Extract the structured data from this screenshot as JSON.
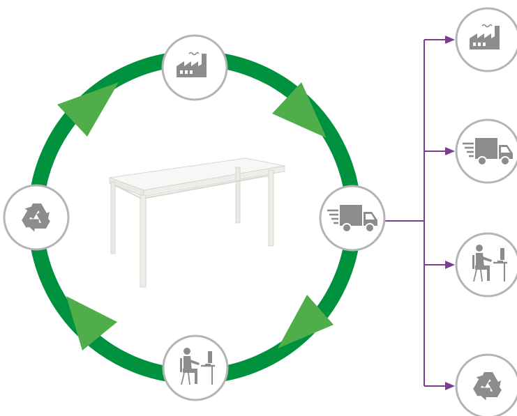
{
  "diagram": {
    "cycle": {
      "stages": [
        {
          "id": "manufacture",
          "icon": "factory-icon"
        },
        {
          "id": "transport",
          "icon": "delivery-truck-icon"
        },
        {
          "id": "use",
          "icon": "office-worker-icon"
        },
        {
          "id": "recycle",
          "icon": "recycle-icon"
        }
      ],
      "ring_color": "#00913f",
      "arrowhead_color": "#4fae4a"
    },
    "center_product": {
      "icon": "white-desk-icon"
    },
    "breakdown": {
      "from_stage": "transport",
      "connector_color": "#7a3d8f",
      "targets": [
        {
          "id": "manufacture",
          "icon": "factory-icon"
        },
        {
          "id": "transport",
          "icon": "delivery-truck-icon"
        },
        {
          "id": "use",
          "icon": "office-worker-icon"
        },
        {
          "id": "recycle",
          "icon": "recycle-icon"
        }
      ]
    },
    "node_style": {
      "border_color": "#b4b4b4",
      "icon_color": "#8c8c8c"
    }
  }
}
